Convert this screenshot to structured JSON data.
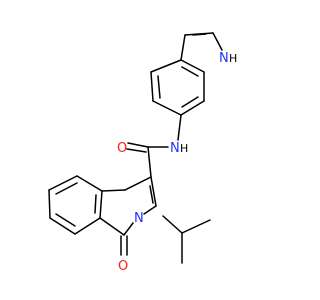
{
  "structure": {
    "atom_labels": {
      "indole_nh_n": "N",
      "indole_nh_h": "H",
      "amide_n": "N",
      "amide_h": "H",
      "amide_o": "O",
      "ring_n": "N",
      "ring_o": "O"
    },
    "colors": {
      "bond": "#000000",
      "nitrogen": "#1f32ff",
      "oxygen": "#ff1a1a",
      "background": "#ffffff"
    }
  }
}
